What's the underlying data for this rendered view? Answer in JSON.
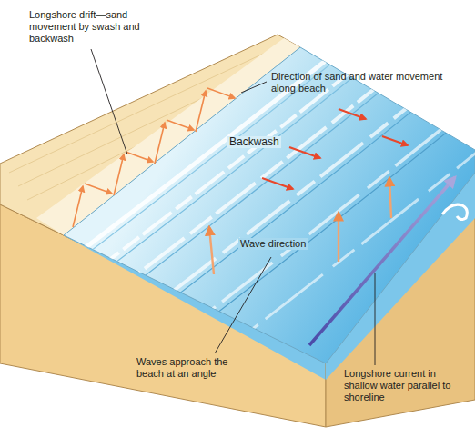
{
  "diagram": {
    "labels": [
      "Longshore drift—sand movement by swash and backwash",
      "Direction of sand and water movement along beach",
      "Backwash",
      "Wave direction",
      "Waves approach the beach at an angle",
      "Longshore current in shallow water parallel to shoreline"
    ]
  }
}
